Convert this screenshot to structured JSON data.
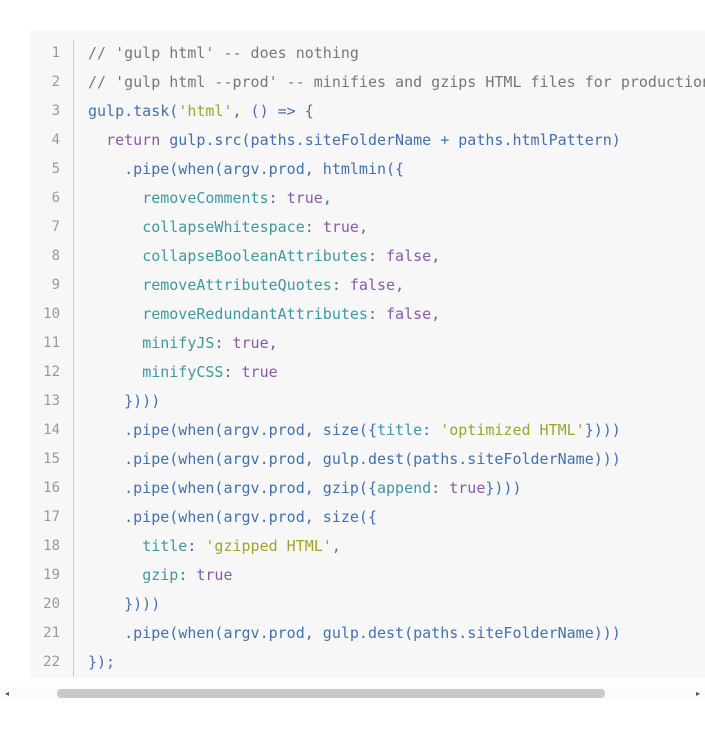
{
  "colors": {
    "page_bg": "#ffffff",
    "code_bg": "#f7f7f7",
    "gutter_border": "#cccccc",
    "line_number": "#999999",
    "comment": "#75787b",
    "code": "#4271ae",
    "keyword": "#8959a8",
    "property": "#3e999f",
    "boolean": "#8959a8",
    "string": "#a2a329",
    "scroll_track": "#fbfbfb",
    "scroll_thumb": "#c9c9c9",
    "scroll_arrow": "#555555"
  },
  "scrollbar": {
    "left_arrow": "◂",
    "right_arrow": "▸",
    "thumb_left_pct": 6.3,
    "thumb_width_pct": 81
  },
  "code": {
    "language": "javascript",
    "lines": [
      {
        "n": "1",
        "tokens": [
          [
            "comment",
            "// 'gulp html' -- does nothing"
          ]
        ]
      },
      {
        "n": "2",
        "tokens": [
          [
            "comment",
            "// 'gulp html --prod' -- minifies and gzips HTML files for production"
          ]
        ]
      },
      {
        "n": "3",
        "tokens": [
          [
            "code",
            "gulp.task("
          ],
          [
            "string",
            "'html'"
          ],
          [
            "code",
            ", () => {"
          ]
        ]
      },
      {
        "n": "4",
        "tokens": [
          [
            "code",
            "  "
          ],
          [
            "keyword",
            "return"
          ],
          [
            "code",
            " gulp.src(paths.siteFolderName + paths.htmlPattern)"
          ]
        ]
      },
      {
        "n": "5",
        "tokens": [
          [
            "code",
            "    .pipe(when(argv.prod, htmlmin({"
          ]
        ]
      },
      {
        "n": "6",
        "tokens": [
          [
            "code",
            "      "
          ],
          [
            "property",
            "removeComments"
          ],
          [
            "code",
            ": "
          ],
          [
            "boolean",
            "true"
          ],
          [
            "code",
            ","
          ]
        ]
      },
      {
        "n": "7",
        "tokens": [
          [
            "code",
            "      "
          ],
          [
            "property",
            "collapseWhitespace"
          ],
          [
            "code",
            ": "
          ],
          [
            "boolean",
            "true"
          ],
          [
            "code",
            ","
          ]
        ]
      },
      {
        "n": "8",
        "tokens": [
          [
            "code",
            "      "
          ],
          [
            "property",
            "collapseBooleanAttributes"
          ],
          [
            "code",
            ": "
          ],
          [
            "boolean",
            "false"
          ],
          [
            "code",
            ","
          ]
        ]
      },
      {
        "n": "9",
        "tokens": [
          [
            "code",
            "      "
          ],
          [
            "property",
            "removeAttributeQuotes"
          ],
          [
            "code",
            ": "
          ],
          [
            "boolean",
            "false"
          ],
          [
            "code",
            ","
          ]
        ]
      },
      {
        "n": "10",
        "tokens": [
          [
            "code",
            "      "
          ],
          [
            "property",
            "removeRedundantAttributes"
          ],
          [
            "code",
            ": "
          ],
          [
            "boolean",
            "false"
          ],
          [
            "code",
            ","
          ]
        ]
      },
      {
        "n": "11",
        "tokens": [
          [
            "code",
            "      "
          ],
          [
            "property",
            "minifyJS"
          ],
          [
            "code",
            ": "
          ],
          [
            "boolean",
            "true"
          ],
          [
            "code",
            ","
          ]
        ]
      },
      {
        "n": "12",
        "tokens": [
          [
            "code",
            "      "
          ],
          [
            "property",
            "minifyCSS"
          ],
          [
            "code",
            ": "
          ],
          [
            "boolean",
            "true"
          ]
        ]
      },
      {
        "n": "13",
        "tokens": [
          [
            "code",
            "    })))"
          ]
        ]
      },
      {
        "n": "14",
        "tokens": [
          [
            "code",
            "    .pipe(when(argv.prod, size({"
          ],
          [
            "property",
            "title"
          ],
          [
            "code",
            ": "
          ],
          [
            "string",
            "'optimized HTML'"
          ],
          [
            "code",
            "})))"
          ]
        ]
      },
      {
        "n": "15",
        "tokens": [
          [
            "code",
            "    .pipe(when(argv.prod, gulp.dest(paths.siteFolderName)))"
          ]
        ]
      },
      {
        "n": "16",
        "tokens": [
          [
            "code",
            "    .pipe(when(argv.prod, gzip({"
          ],
          [
            "property",
            "append"
          ],
          [
            "code",
            ": "
          ],
          [
            "boolean",
            "true"
          ],
          [
            "code",
            "})))"
          ]
        ]
      },
      {
        "n": "17",
        "tokens": [
          [
            "code",
            "    .pipe(when(argv.prod, size({"
          ]
        ]
      },
      {
        "n": "18",
        "tokens": [
          [
            "code",
            "      "
          ],
          [
            "property",
            "title"
          ],
          [
            "code",
            ": "
          ],
          [
            "string",
            "'gzipped HTML'"
          ],
          [
            "code",
            ","
          ]
        ]
      },
      {
        "n": "19",
        "tokens": [
          [
            "code",
            "      "
          ],
          [
            "property",
            "gzip"
          ],
          [
            "code",
            ": "
          ],
          [
            "boolean",
            "true"
          ]
        ]
      },
      {
        "n": "20",
        "tokens": [
          [
            "code",
            "    })))"
          ]
        ]
      },
      {
        "n": "21",
        "tokens": [
          [
            "code",
            "    .pipe(when(argv.prod, gulp.dest(paths.siteFolderName)))"
          ]
        ]
      },
      {
        "n": "22",
        "tokens": [
          [
            "code",
            "});"
          ]
        ]
      }
    ]
  }
}
